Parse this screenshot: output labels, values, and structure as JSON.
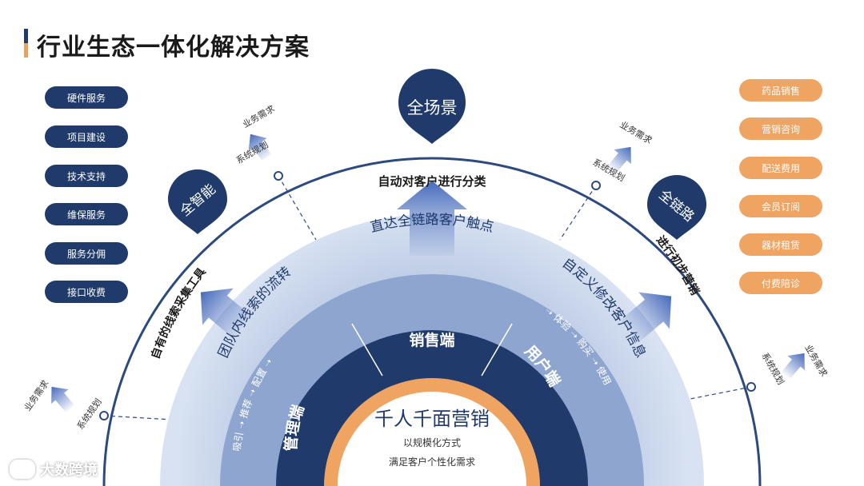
{
  "page": {
    "title": "行业生态一体化解决方案"
  },
  "left_tags": [
    "硬件服务",
    "项目建设",
    "技术支持",
    "维保服务",
    "服务分佣",
    "接口收费"
  ],
  "right_tags": [
    "药品销售",
    "营销咨询",
    "配送费用",
    "会员订阅",
    "器材租赁",
    "付费陪诊"
  ],
  "pins": {
    "top": "全场景",
    "left": "全智能",
    "right": "全链路"
  },
  "outer_ring": {
    "top": "自动对客户进行分类",
    "left": "自有的线索采集工具",
    "right": "进行初步营销"
  },
  "annotations": {
    "demand": "业务需求",
    "planning": "系统规划"
  },
  "second_ring": {
    "left": "团队内线索的流转",
    "top": "直达全链路客户触点",
    "right": "自定义修改客户信息"
  },
  "flow_steps": [
    "吸引",
    "推荐",
    "配置",
    "体验",
    "购买",
    "使用"
  ],
  "segments": {
    "left": "管理端",
    "top": "销售端",
    "right": "用户端"
  },
  "core": {
    "title": "千人千面营销",
    "line1": "以规模化方式",
    "line2": "满足客户个性化需求"
  },
  "watermark": "大数跨境",
  "colors": {
    "navy": "#1f3a6b",
    "orange": "#efa461",
    "light_ring": "#c9d6ec",
    "mid_ring": "#8ea6cf"
  }
}
